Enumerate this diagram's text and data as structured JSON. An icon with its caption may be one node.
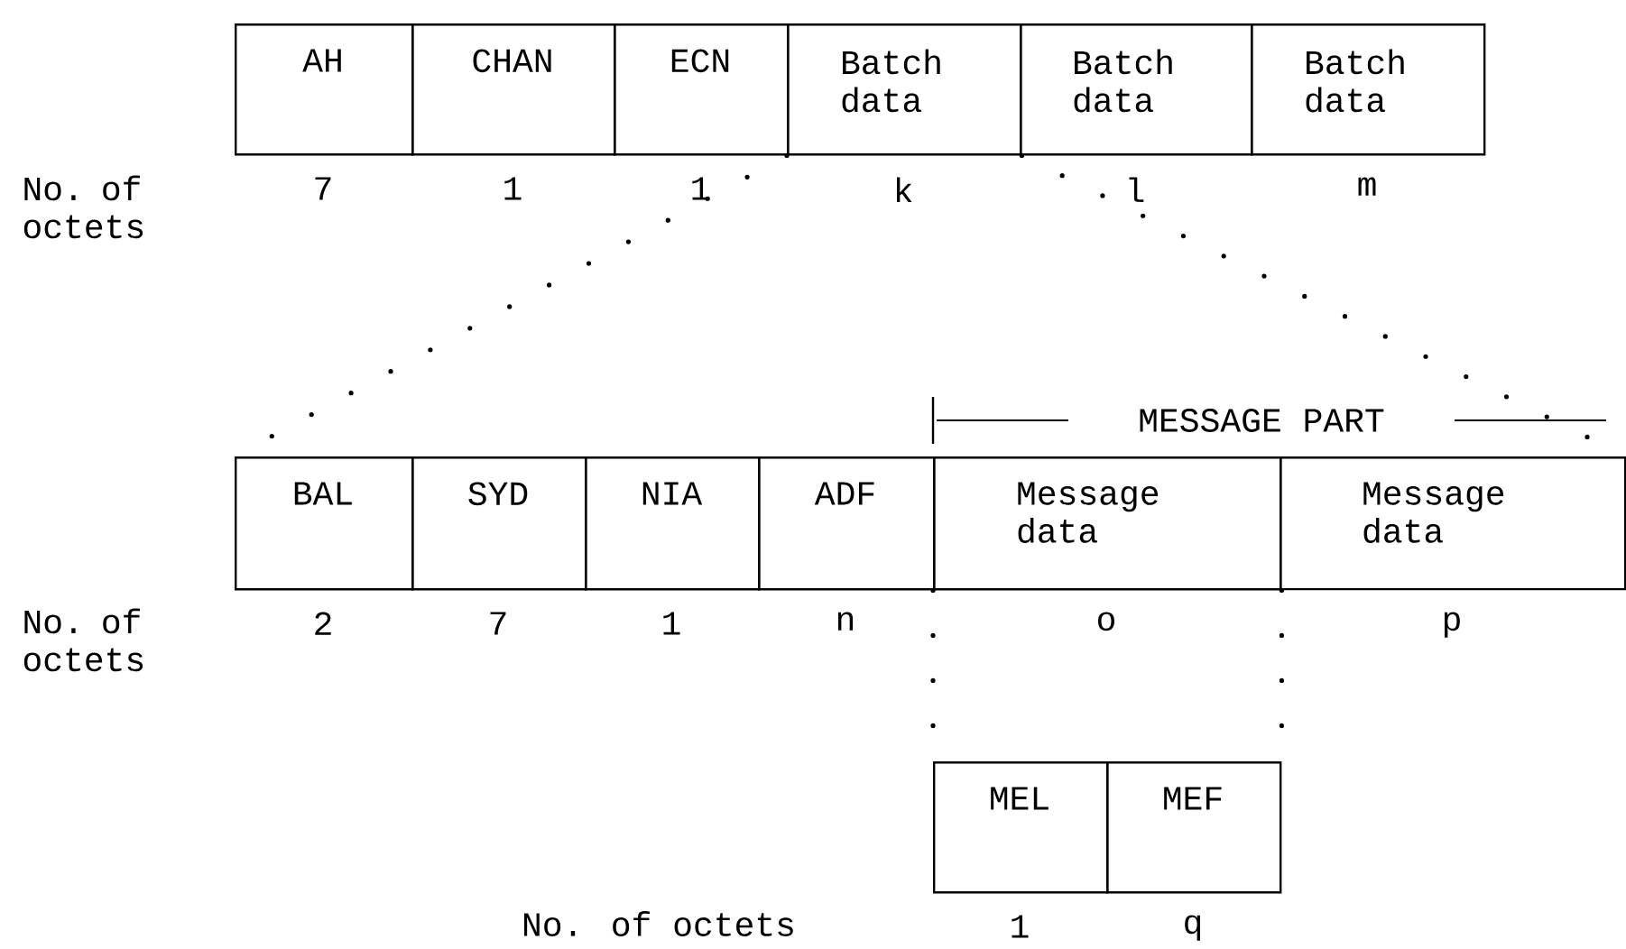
{
  "diagram": {
    "nodes": [
      {
        "text": [
          "AH"
        ],
        "beside": [
          "7"
        ]
      },
      {
        "text": [
          "CHAN"
        ],
        "beside": [
          "1"
        ]
      },
      {
        "text": [
          "ECN"
        ],
        "beside": [
          "1"
        ]
      },
      {
        "text": [
          "Batch data"
        ],
        "beside": [
          "k"
        ]
      },
      {
        "text": [
          "Batch data"
        ],
        "beside": [
          "l"
        ]
      },
      {
        "text": [
          "Batch data"
        ],
        "beside": [
          "m"
        ]
      },
      {
        "text": [
          "BAL"
        ],
        "beside": [
          "2"
        ]
      },
      {
        "text": [
          "SYD"
        ],
        "beside": [
          "7"
        ]
      },
      {
        "text": [
          "NIA"
        ],
        "beside": [
          "1"
        ]
      },
      {
        "text": [
          "ADF"
        ],
        "beside": [
          "n"
        ]
      },
      {
        "text": [
          "Message data"
        ],
        "beside": [
          "o"
        ]
      },
      {
        "text": [
          "Message data"
        ],
        "beside": [
          "p"
        ]
      },
      {
        "text": [
          "MEL"
        ],
        "beside": [
          "1"
        ]
      },
      {
        "text": [
          "MEF"
        ],
        "beside": [
          "q"
        ]
      }
    ],
    "edges": [
      {
        "from": 3,
        "to": 6,
        "arrow": "none",
        "style": "dashed"
      },
      {
        "from": 3,
        "to": 11,
        "arrow": "none",
        "style": "dashed"
      },
      {
        "from": 10,
        "to": 12,
        "arrow": "none",
        "style": "dashed"
      },
      {
        "from": 10,
        "to": 13,
        "arrow": "none",
        "style": "dashed"
      }
    ],
    "labels": [
      "No. of octets",
      "MESSAGE PART",
      "No. of octets",
      "No. of octets"
    ]
  }
}
